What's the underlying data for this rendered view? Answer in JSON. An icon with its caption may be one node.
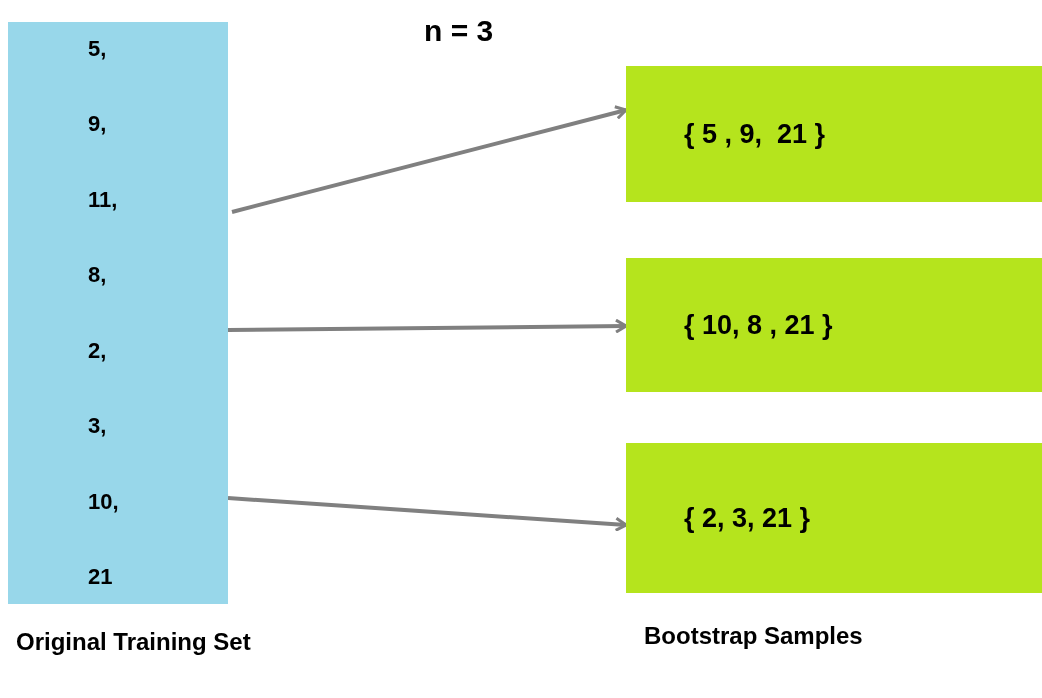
{
  "diagram": {
    "title": "n = 3",
    "nodes": [
      {
        "text": [
          "5,",
          "9,",
          "11,",
          "8,",
          "2,",
          "3,",
          "10,",
          "21"
        ],
        "beside": [
          "Original Training Set"
        ]
      },
      {
        "text": [
          "{ 5 , 9,  21 }"
        ]
      },
      {
        "text": [
          "{ 10, 8 , 21 }"
        ]
      },
      {
        "text": [
          "{ 2, 3, 21 }"
        ]
      }
    ],
    "edges": [
      {
        "from": 0,
        "to": 1,
        "arrow": "to"
      },
      {
        "from": 0,
        "to": 2,
        "arrow": "to"
      },
      {
        "from": 0,
        "to": 3,
        "arrow": "to"
      }
    ],
    "labels": [
      "Bootstrap Samples"
    ]
  }
}
